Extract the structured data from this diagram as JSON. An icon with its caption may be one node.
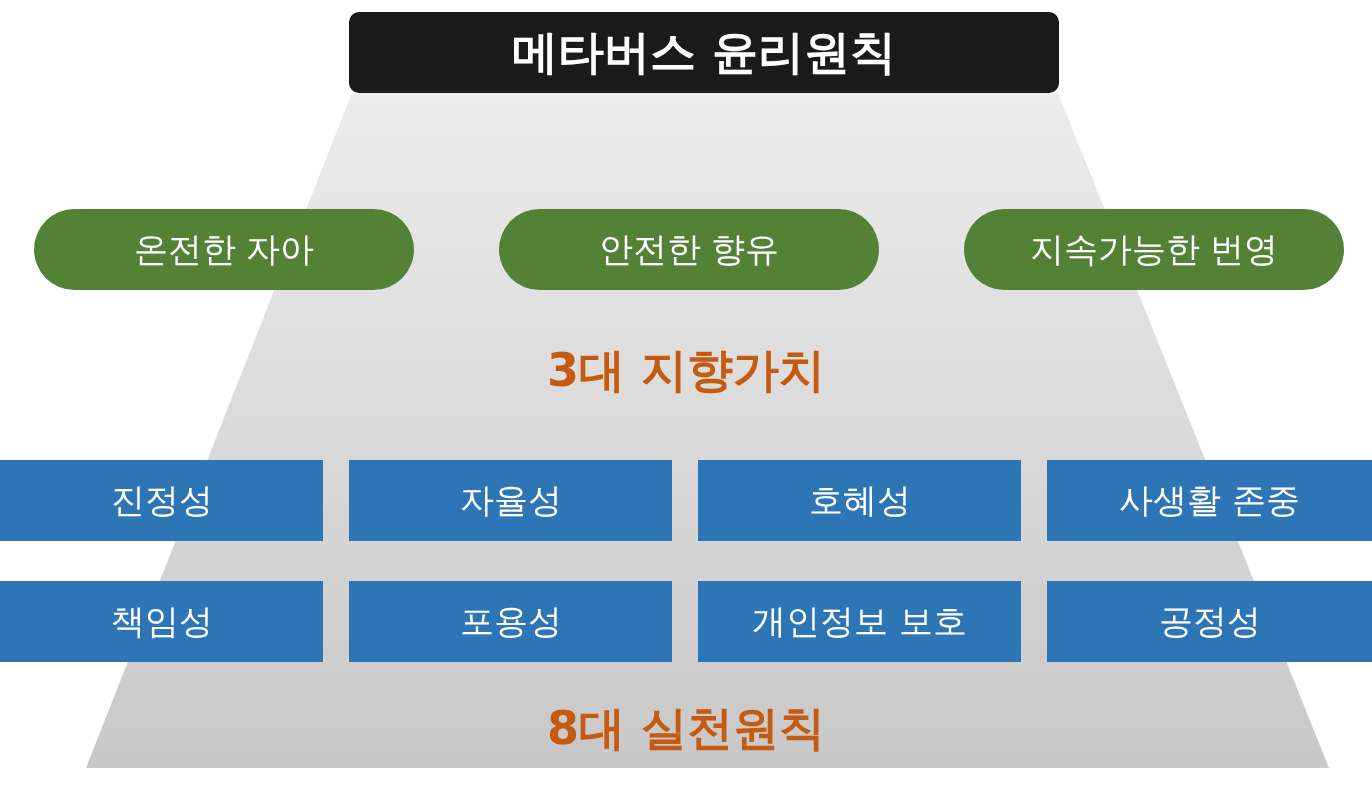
{
  "diagram": {
    "nodes": [
      {
        "text": [
          "메타버스 윤리원칙"
        ]
      },
      {
        "text": [
          "온전한 자아"
        ]
      },
      {
        "text": [
          "안전한 향유"
        ]
      },
      {
        "text": [
          "지속가능한 번영"
        ]
      },
      {
        "text": [
          "진정성"
        ]
      },
      {
        "text": [
          "자율성"
        ]
      },
      {
        "text": [
          "호혜성"
        ]
      },
      {
        "text": [
          "사생활 존중"
        ]
      },
      {
        "text": [
          "책임성"
        ]
      },
      {
        "text": [
          "포용성"
        ]
      },
      {
        "text": [
          "개인정보 보호"
        ]
      },
      {
        "text": [
          "공정성"
        ]
      }
    ],
    "labels": [
      "3대 지향가치",
      "8대 실천원칙"
    ]
  }
}
